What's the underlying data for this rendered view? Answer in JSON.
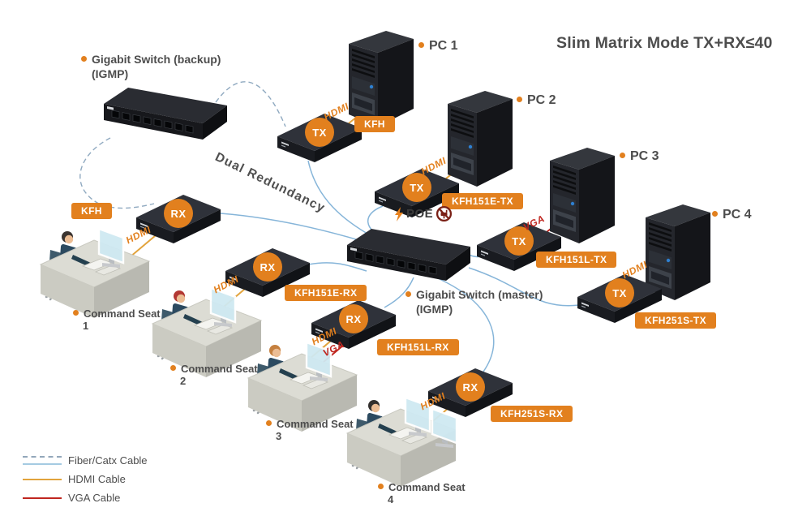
{
  "title": "Slim Matrix Mode TX+RX≤40",
  "annotations": {
    "dual_redundancy": "Dual Redundancy",
    "poe_label": "POE"
  },
  "switches": {
    "backup": {
      "line1": "Gigabit Switch (backup)",
      "line2": "(IGMP)"
    },
    "master": {
      "line1": "Gigabit Switch (master)",
      "line2": "(IGMP)"
    }
  },
  "pcs": [
    {
      "label": "PC 1"
    },
    {
      "label": "PC 2"
    },
    {
      "label": "PC 3"
    },
    {
      "label": "PC 4"
    }
  ],
  "tx_devices": [
    {
      "circle": "TX",
      "model": "KFH",
      "cable": "HDMI"
    },
    {
      "circle": "TX",
      "model": "KFH151E-TX",
      "cable": "HDMI"
    },
    {
      "circle": "TX",
      "model": "KFH151L-TX",
      "cable": "VGA"
    },
    {
      "circle": "TX",
      "model": "KFH251S-TX",
      "cable": "HDMI"
    }
  ],
  "rx_devices": [
    {
      "circle": "RX",
      "model": "KFH",
      "cable": "HDMI"
    },
    {
      "circle": "RX",
      "model": "KFH151E-RX",
      "cable": "HDMI"
    },
    {
      "circle": "RX",
      "model": "KFH151L-RX",
      "cable": "HDMI",
      "cable2": "VGA"
    },
    {
      "circle": "RX",
      "model": "KFH251S-RX",
      "cable": "HDMI"
    }
  ],
  "seats": [
    {
      "line1": "Command Seat",
      "line2": "1"
    },
    {
      "line1": "Command Seat",
      "line2": "2"
    },
    {
      "line1": "Command Seat",
      "line2": "3"
    },
    {
      "line1": "Command Seat",
      "line2": "4"
    }
  ],
  "legend": {
    "items": [
      {
        "type": "fiber",
        "label": "Fiber/Catx Cable"
      },
      {
        "type": "hdmi",
        "label": "HDMI Cable"
      },
      {
        "type": "vga",
        "label": "VGA Cable"
      }
    ]
  },
  "colors": {
    "accent_orange": "#E2801E",
    "hdmi_cable": "#E2A33C",
    "vga_cable": "#C0261F",
    "fiber_dashed": "#93A7BA",
    "catx_solid": "#86B5D9",
    "text": "#4D4D4D",
    "poe_icon_red": "#7A2016"
  }
}
